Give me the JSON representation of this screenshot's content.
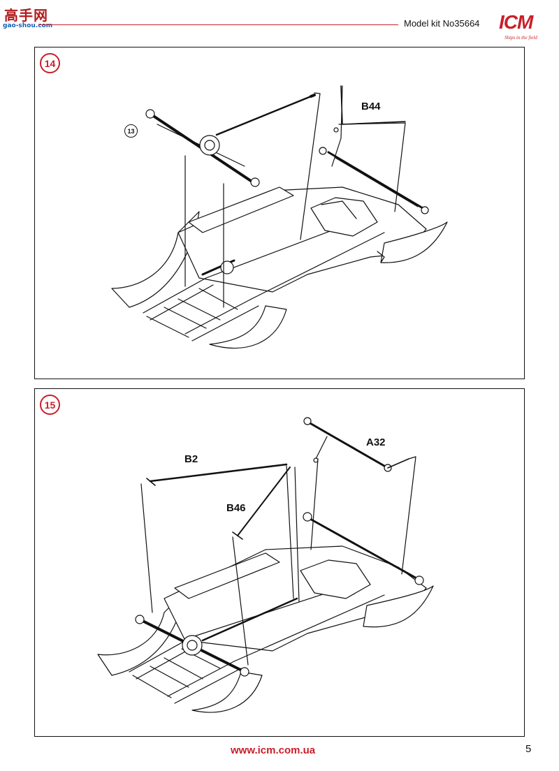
{
  "header": {
    "watermark_title": "高手网",
    "watermark_url": "gao-shou.com",
    "kit_title": "Model kit No35664",
    "brand_logo": "ICM",
    "brand_tagline": "Ships in the field"
  },
  "steps": [
    {
      "number": "14",
      "reference_step": "13",
      "parts": [
        "B44"
      ]
    },
    {
      "number": "15",
      "parts": [
        "B2",
        "A32",
        "B46"
      ]
    }
  ],
  "footer": {
    "url": "www.icm.com.ua",
    "page_number": "5"
  },
  "colors": {
    "accent": "#c8202a",
    "line": "#111111"
  }
}
